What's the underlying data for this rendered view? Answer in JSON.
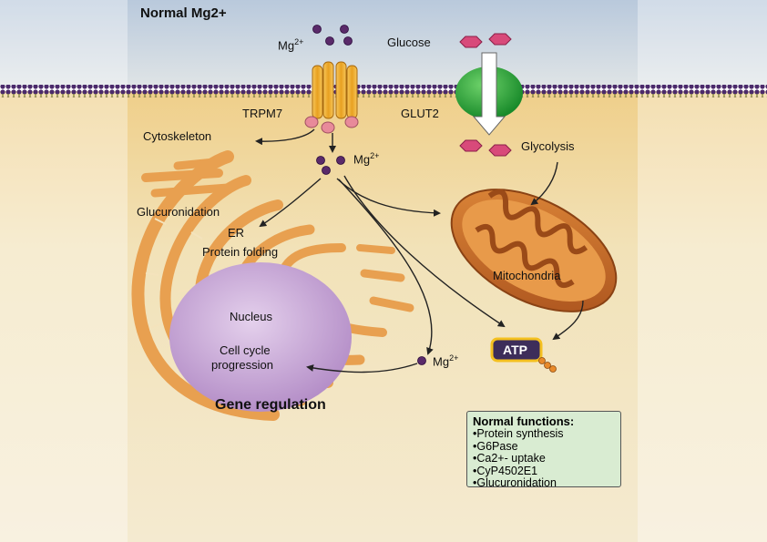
{
  "title": "Normal Mg2+",
  "labels": {
    "mg_top": "Mg",
    "mg_sup": "2+",
    "glucose": "Glucose",
    "trpm7": "TRPM7",
    "glut2": "GLUT2",
    "cytoskeleton": "Cytoskeleton",
    "glycolysis": "Glycolysis",
    "mg_mid": "Mg",
    "glucuronidation": "Glucuronidation",
    "er": "ER",
    "protein_folding": "Protein folding",
    "mitochondria": "Mitochondria",
    "nucleus": "Nucleus",
    "cell_cycle": "Cell cycle",
    "progression": "progression",
    "mg_bottom": "Mg",
    "atp": "ATP",
    "gene_regulation": "Gene regulation"
  },
  "legend": {
    "header": "Normal functions:",
    "items": [
      "•Protein synthesis",
      "•G6Pase",
      "•Ca2+- uptake",
      "•CyP4502E1",
      "•Glucuronidation"
    ]
  },
  "colors": {
    "extracellular": "#c9d6e3",
    "cytoplasm": "#f1e2b4",
    "membrane_purple": "#4b2a6b",
    "membrane_green": "#7a8a3a",
    "channel_gold": "#f0b030",
    "glut2_green": "#2e9e3a",
    "glucose_pink": "#d84a7a",
    "mg_ion": "#5a2a6a",
    "er_orange": "#e8a050",
    "nucleus_purple": "#c9a6d6",
    "mito_orange": "#d0782a",
    "atp_bg": "#3d2d5a",
    "atp_border": "#f4c020",
    "legend_bg": "#d9ecd2"
  }
}
